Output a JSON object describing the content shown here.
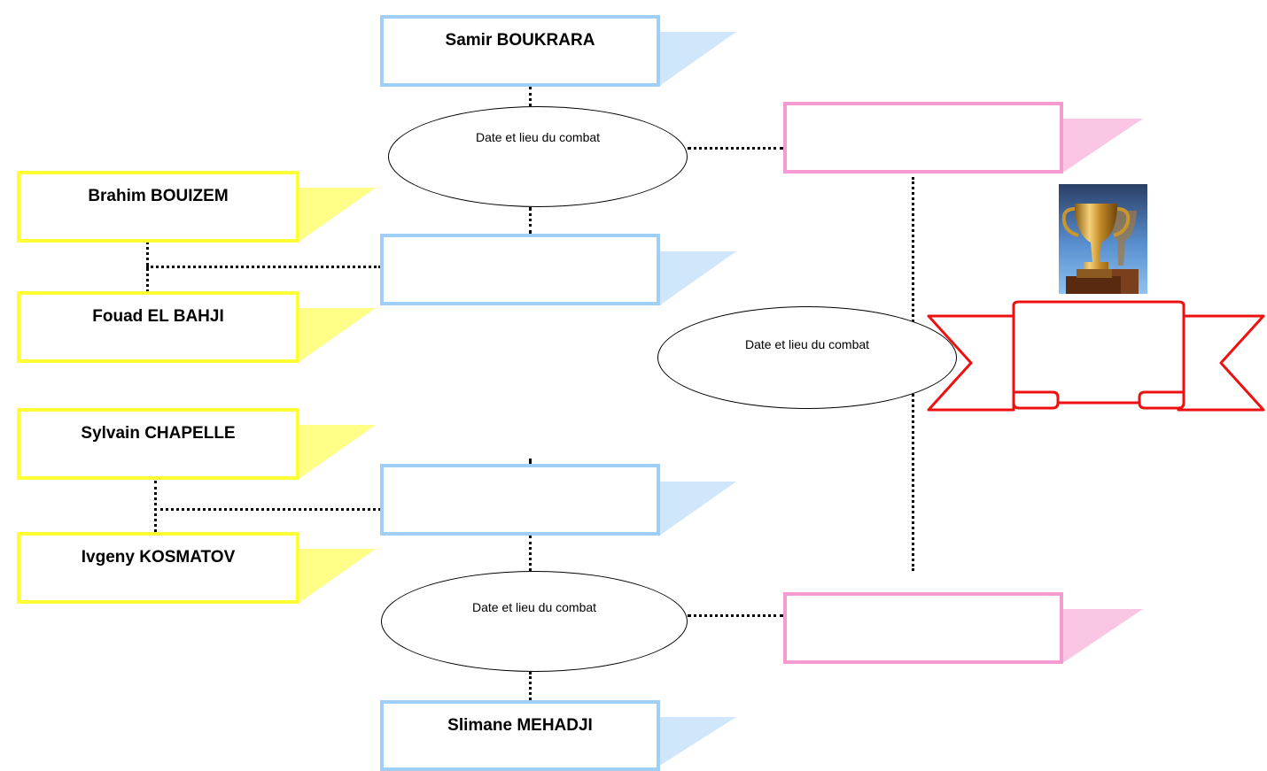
{
  "bracket": {
    "round1": {
      "fighter_1": "Brahim BOUIZEM",
      "fighter_2": "Fouad EL BAHJI",
      "fighter_3": "Sylvain CHAPELLE",
      "fighter_4": "Ivgeny KOSMATOV"
    },
    "round2": {
      "top_seed": "Samir BOUKRARA",
      "winner_a": "",
      "winner_b": "",
      "bottom_seed": "Slimane MEHADJI"
    },
    "semifinals": {
      "upper_date_label": "Date et lieu du combat",
      "lower_date_label": "Date et lieu du combat",
      "upper_finalist": "",
      "lower_finalist": ""
    },
    "final": {
      "date_label": "Date et lieu du combat",
      "champion": ""
    }
  },
  "colors": {
    "round1_box": "#ffff33",
    "round2_box": "#9fcff7",
    "finalist_box": "#f69bd1",
    "banner_outline": "#ee1111"
  },
  "icons": {
    "trophy": "trophy-icon",
    "banner": "ribbon-banner"
  }
}
